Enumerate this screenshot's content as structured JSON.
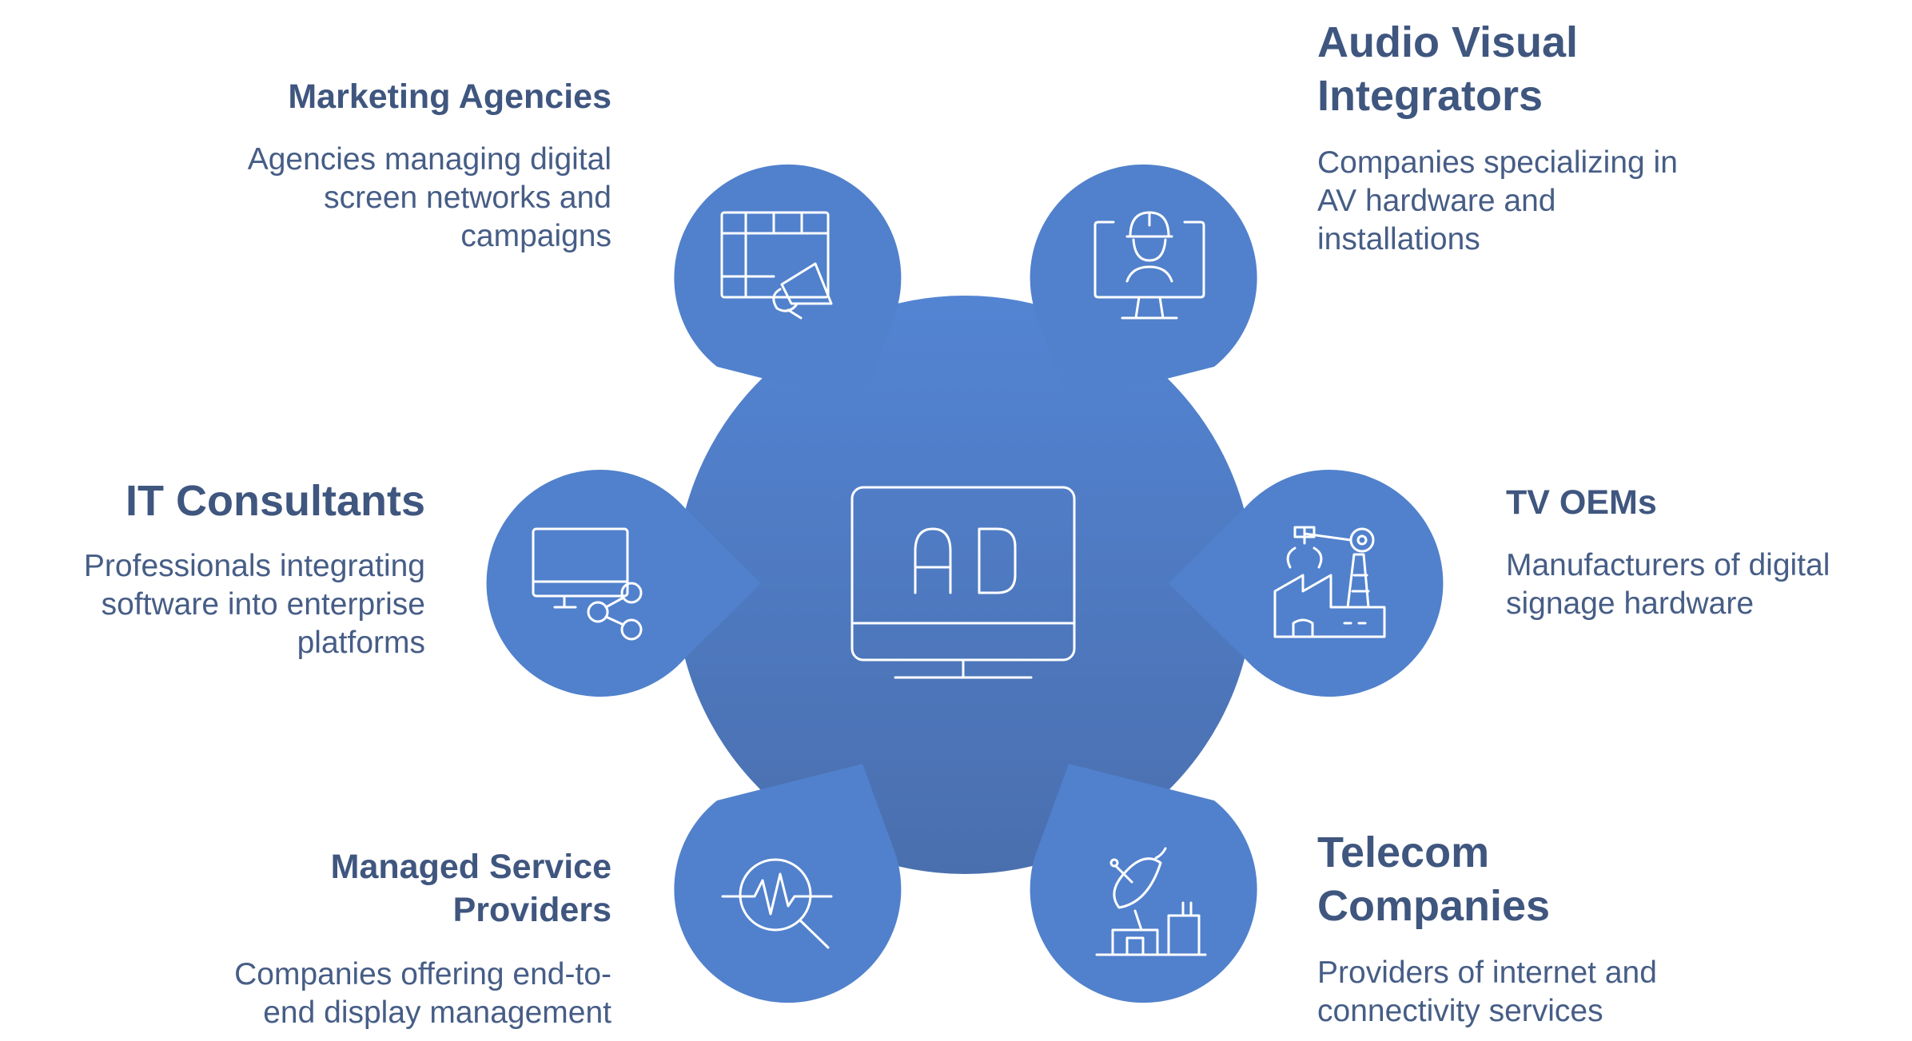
{
  "colors": {
    "node": "#5181cc",
    "hub_top": "#5384d3",
    "hub_bottom": "#4c72b0",
    "icon_stroke": "#ffffff",
    "title": "#3f567f",
    "text": "#465d86"
  },
  "hub": {
    "icon": "ad-monitor-icon",
    "label": "AD"
  },
  "segments": [
    {
      "id": "marketing",
      "title": "Marketing Agencies",
      "description": "Agencies managing digital screen networks and campaigns",
      "icon": "billboard-megaphone-icon"
    },
    {
      "id": "av",
      "title": "Audio Visual Integrators",
      "description": "Companies specializing in AV hardware and installations",
      "icon": "engineer-monitor-icon"
    },
    {
      "id": "it",
      "title": "IT Consultants",
      "description": "Professionals integrating software into enterprise platforms",
      "icon": "monitor-share-icon"
    },
    {
      "id": "tv",
      "title": "TV OEMs",
      "description": "Manufacturers of digital signage hardware",
      "icon": "factory-robot-arm-icon"
    },
    {
      "id": "msp",
      "title": "Managed Service Providers",
      "description": "Companies offering end-to-end display management",
      "icon": "magnifier-pulse-icon"
    },
    {
      "id": "telecom",
      "title": "Telecom Companies",
      "description": "Providers of internet and connectivity services",
      "icon": "satellite-dish-icon"
    }
  ]
}
